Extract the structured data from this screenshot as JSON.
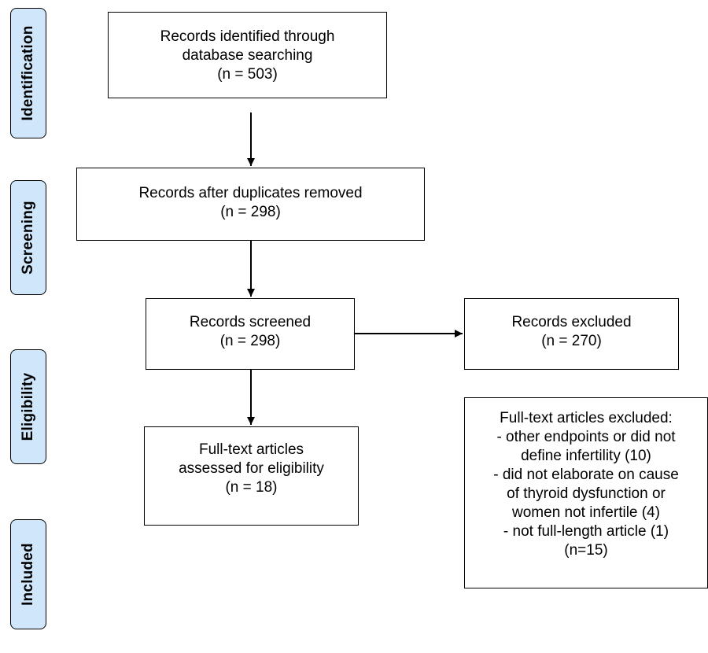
{
  "stages": {
    "identification": "Identification",
    "screening": "Screening",
    "eligibility": "Eligibility",
    "included": "Included"
  },
  "boxes": {
    "identified": [
      "Records identified through",
      "database searching",
      "(n = 503)"
    ],
    "dedup": [
      "Records after duplicates removed",
      "(n = 298)"
    ],
    "screened": [
      "Records screened",
      "(n = 298)"
    ],
    "excluded": [
      "Records excluded",
      "(n = 270)"
    ],
    "fulltext": [
      "Full-text articles",
      "assessed for eligibility",
      "(n = 18)"
    ],
    "fulltext_excluded": [
      "Full-text articles excluded:",
      "- other endpoints or did not",
      "define infertility (10)",
      "- did not elaborate on cause",
      "of thyroid dysfunction or",
      "women not infertile (4)",
      "- not full-length article (1)",
      "(n=15)"
    ]
  }
}
